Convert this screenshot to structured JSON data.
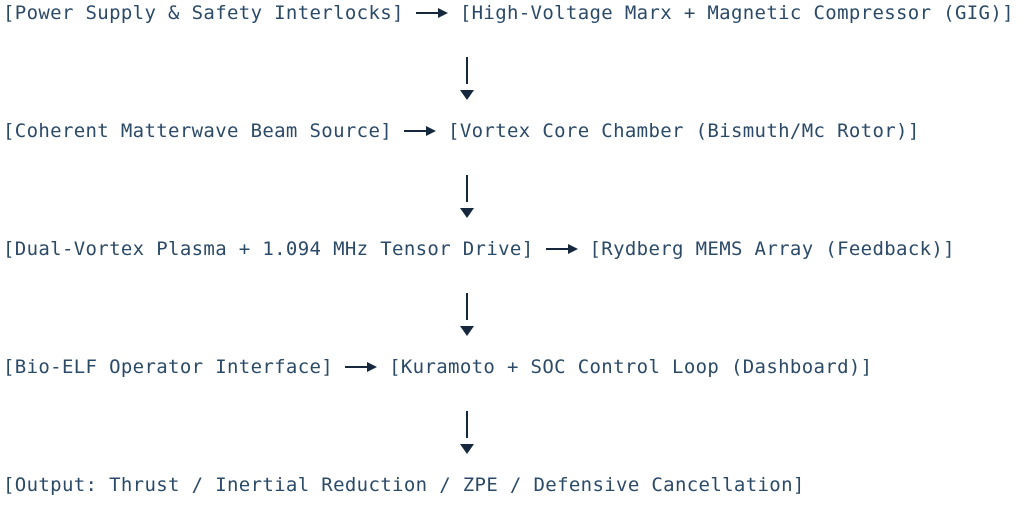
{
  "diagram": {
    "rows": [
      {
        "source": "[Power Supply & Safety Interlocks]",
        "target": "[High-Voltage Marx + Magnetic Compressor (GIG)]"
      },
      {
        "source": "[Coherent Matterwave Beam Source]",
        "target": "[Vortex Core Chamber (Bismuth/Mc Rotor)]"
      },
      {
        "source": "[Dual-Vortex Plasma + 1.094 MHz Tensor Drive]",
        "target": "[Rydberg MEMS Array (Feedback)]"
      },
      {
        "source": "[Bio-ELF Operator Interface]",
        "target": "[Kuramoto + SOC Control Loop (Dashboard)]"
      },
      {
        "source": "[Output: Thrust / Inertial Reduction / ZPE / Defensive Cancellation]"
      }
    ],
    "icons": {
      "right_arrow": "⟶",
      "down_arrow": "▼"
    }
  },
  "colors": {
    "text": "#2b4a68",
    "arrow": "#16283e",
    "background": "#ffffff"
  }
}
